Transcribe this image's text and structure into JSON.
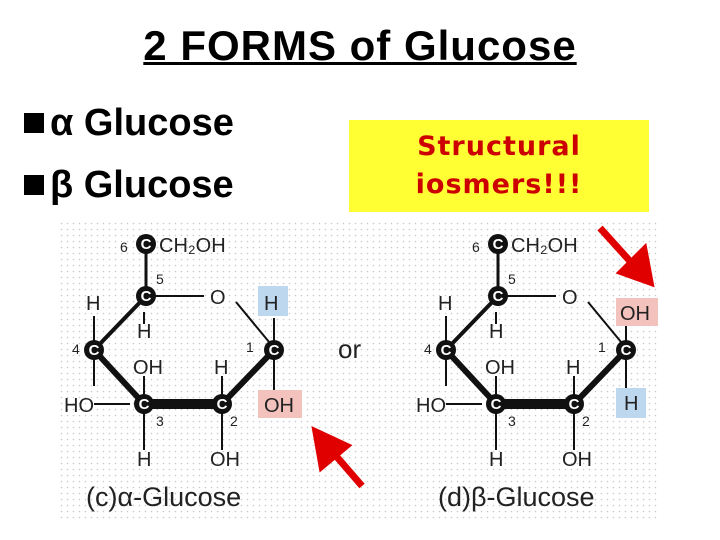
{
  "title": "2 FORMS of Glucose",
  "bullets": [
    {
      "label": "α Glucose"
    },
    {
      "label": "β Glucose"
    }
  ],
  "callout": {
    "line1": "Structural",
    "line2": "iosmers!!!"
  },
  "connector": "or",
  "alpha": {
    "c6_label": "6",
    "c6_group": "CH₂OH",
    "c5_num": "5",
    "ring_o": "O",
    "c4_num": "4",
    "c1_num": "1",
    "c3_num": "3",
    "c2_num": "2",
    "c5_h": "H",
    "c4_h": "H",
    "c4_ho": "HO",
    "c3_oh": "OH",
    "c3_h": "H",
    "c2_h_top": "H",
    "c2_oh_bottom": "OH",
    "c1_top": "H",
    "c1_bottom": "OH",
    "caption": "(c)α-Glucose"
  },
  "beta": {
    "c6_label": "6",
    "c6_group": "CH₂OH",
    "c5_num": "5",
    "ring_o": "O",
    "c4_num": "4",
    "c1_num": "1",
    "c3_num": "3",
    "c2_num": "2",
    "c5_h": "H",
    "c4_h": "H",
    "c4_ho": "HO",
    "c3_oh": "OH",
    "c3_h": "H",
    "c2_h_top": "H",
    "c2_oh_bottom": "OH",
    "c1_top": "OH",
    "c1_bottom": "H",
    "caption": "(d)β-Glucose"
  },
  "colors": {
    "callout_bg": "#ffff33",
    "callout_text": "#cc0000",
    "highlight_blue": "#bcd7ee",
    "highlight_red": "#f4c2bc",
    "arrow": "#e00000"
  }
}
